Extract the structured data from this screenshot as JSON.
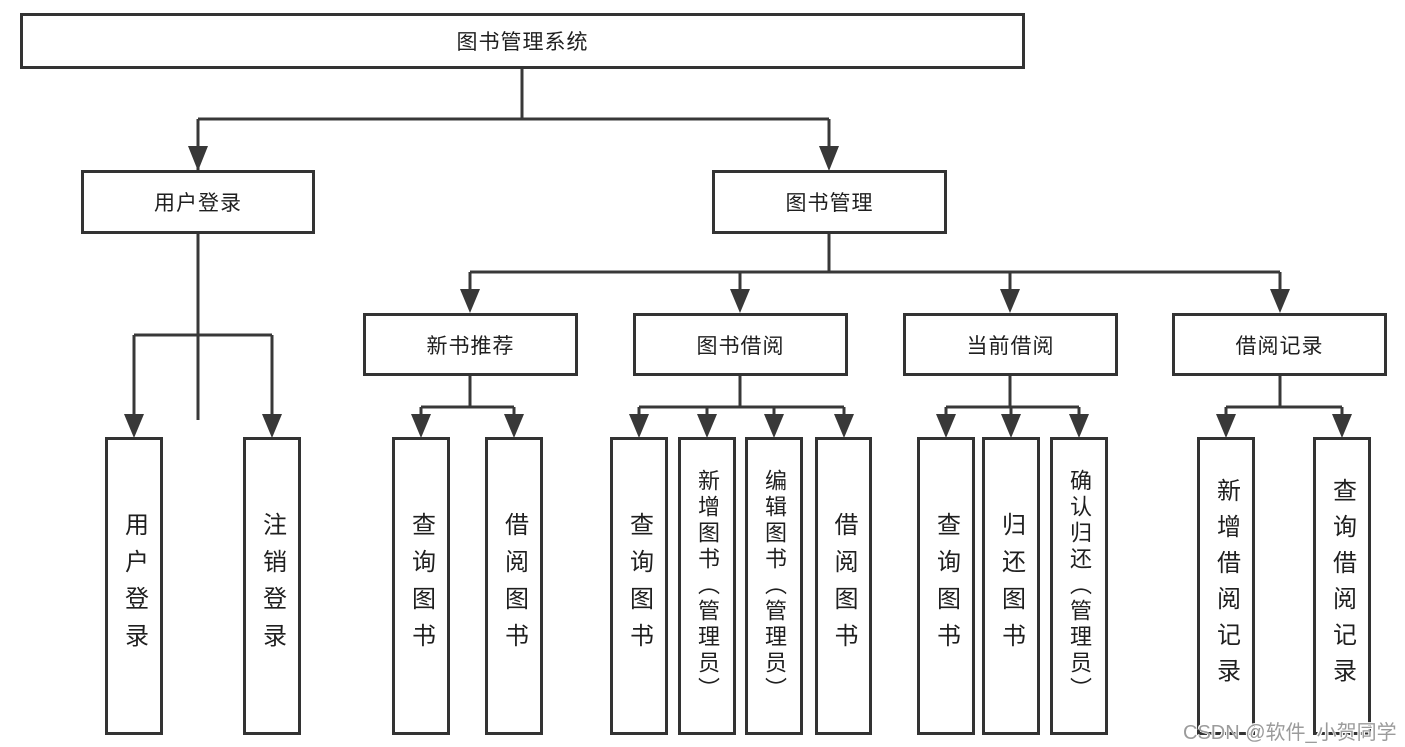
{
  "tree": {
    "root": {
      "label": "图书管理系统"
    },
    "branches": [
      {
        "label": "用户登录",
        "children": [
          {
            "label": "用户登录"
          },
          {
            "label": "注销登录"
          }
        ]
      },
      {
        "label": "图书管理",
        "sections": [
          {
            "label": "新书推荐",
            "children": [
              {
                "label": "查询图书"
              },
              {
                "label": "借阅图书"
              }
            ]
          },
          {
            "label": "图书借阅",
            "children": [
              {
                "label": "查询图书"
              },
              {
                "label": "新增图书（管理员）"
              },
              {
                "label": "编辑图书（管理员）"
              },
              {
                "label": "借阅图书"
              }
            ]
          },
          {
            "label": "当前借阅",
            "children": [
              {
                "label": "查询图书"
              },
              {
                "label": "归还图书"
              },
              {
                "label": "确认归还（管理员）"
              }
            ]
          },
          {
            "label": "借阅记录",
            "children": [
              {
                "label": "新增借阅记录"
              },
              {
                "label": "查询借阅记录"
              }
            ]
          }
        ]
      }
    ]
  },
  "watermark": "CSDN @软件_小贺同学",
  "colors": {
    "line": "#383838",
    "box_border": "#333333",
    "box_fill": "#ffffff",
    "text": "#1f1f1f",
    "watermark_text": "#9b9b9b"
  }
}
